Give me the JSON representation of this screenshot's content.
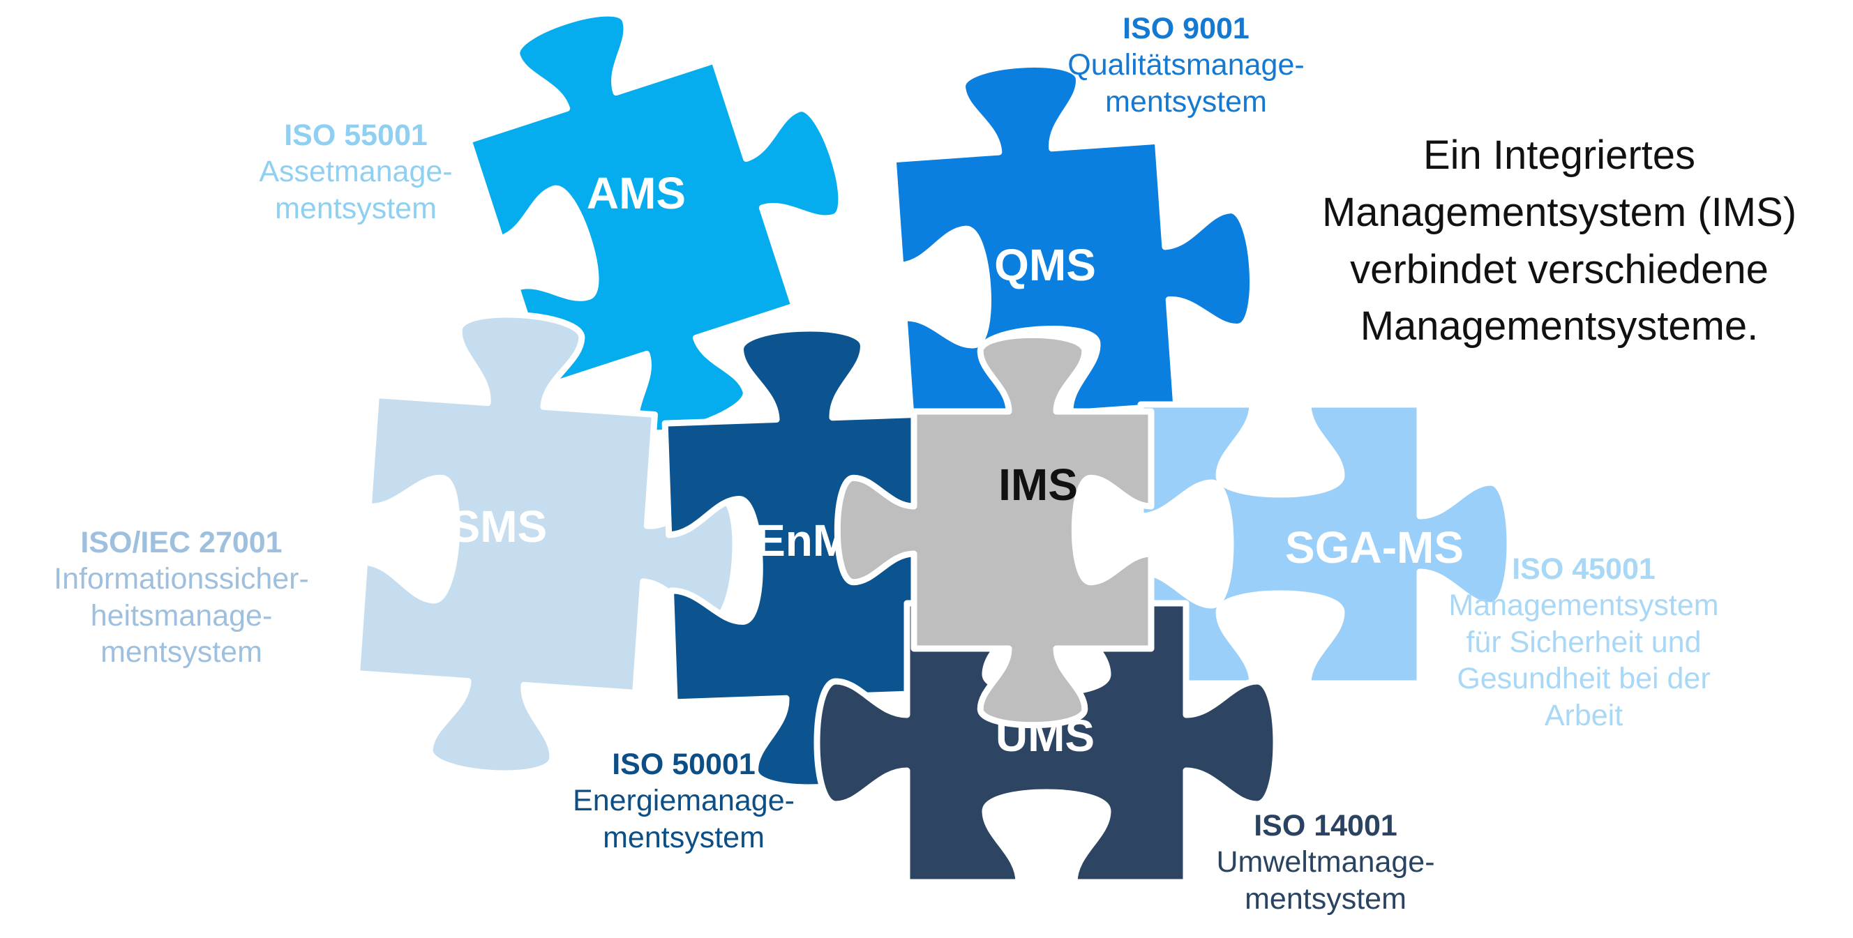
{
  "headline": {
    "lines": [
      "Ein Integriertes",
      "Managementsystem (IMS)",
      "verbindet verschiedene",
      "Managementsysteme."
    ]
  },
  "pieces": [
    {
      "id": "ams",
      "abbr": "AMS",
      "color": "#06ADEE",
      "text_color": "#FFFFFF"
    },
    {
      "id": "qms",
      "abbr": "QMS",
      "color": "#0A7FE0",
      "text_color": "#FFFFFF"
    },
    {
      "id": "isms",
      "abbr": "ISMS",
      "color": "#C5DDEE",
      "text_color": "#FFFFFF"
    },
    {
      "id": "enms",
      "abbr": "EnMS",
      "color": "#0B5490",
      "text_color": "#FFFFFF"
    },
    {
      "id": "ims",
      "abbr": "IMS",
      "color": "#BEBEBE",
      "text_color": "#111111"
    },
    {
      "id": "sgams",
      "abbr": "SGA-MS",
      "color": "#99CFF8",
      "text_color": "#FFFFFF"
    },
    {
      "id": "ums",
      "abbr": "UMS",
      "color": "#2D4562",
      "text_color": "#FFFFFF"
    }
  ],
  "labels": [
    {
      "id": "ams",
      "standard": "ISO 55001",
      "lines": [
        "Assetmanage-",
        "mentsystem"
      ],
      "color": "#8FD0F2"
    },
    {
      "id": "qms",
      "standard": "ISO 9001",
      "lines": [
        "Qualitätsmanage-",
        "mentsystem"
      ],
      "color": "#1479D2"
    },
    {
      "id": "isms",
      "standard": "ISO/IEC 27001",
      "lines": [
        "Informationssicher-",
        "heitsmanage-",
        "mentsystem"
      ],
      "color": "#9EC0DE"
    },
    {
      "id": "enms",
      "standard": "ISO 50001",
      "lines": [
        "Energiemanage-",
        "mentsystem"
      ],
      "color": "#0C4E86"
    },
    {
      "id": "sgams",
      "standard": "ISO 45001",
      "lines": [
        "Managementsystem",
        "für Sicherheit und",
        "Gesundheit bei der",
        "Arbeit"
      ],
      "color": "#A9D7F6"
    },
    {
      "id": "ums",
      "standard": "ISO 14001",
      "lines": [
        "Umweltmanage-",
        "mentsystem"
      ],
      "color": "#2A4360"
    }
  ]
}
